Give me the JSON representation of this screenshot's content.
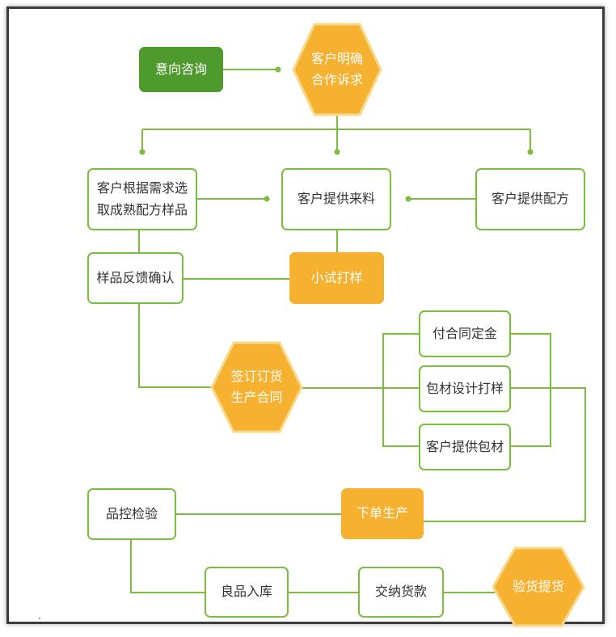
{
  "colors": {
    "line": "#7bbd3f",
    "green_fill": "#4f9a2c",
    "orange_fill": "#f5b12f",
    "hex_border": "#f7d98a"
  },
  "nodes": {
    "inquiry": "意向咨询",
    "clarify_line1": "客户明确",
    "clarify_line2": "合作诉求",
    "select_line1": "客户根据需求选",
    "select_line2": "取成熟配方样品",
    "provide_material": "客户提供来料",
    "provide_formula": "客户提供配方",
    "sample_feedback": "样品反馈确认",
    "trial": "小试打样",
    "sign_line1": "签订订货",
    "sign_line2": "生产合同",
    "deposit": "付合同定金",
    "packaging_design": "包材设计打样",
    "provide_packaging": "客户提供包材",
    "quality_control": "品控检验",
    "order_production": "下单生产",
    "warehouse": "良品入库",
    "payment": "交纳货款",
    "inspect_pickup": "验货提货"
  }
}
